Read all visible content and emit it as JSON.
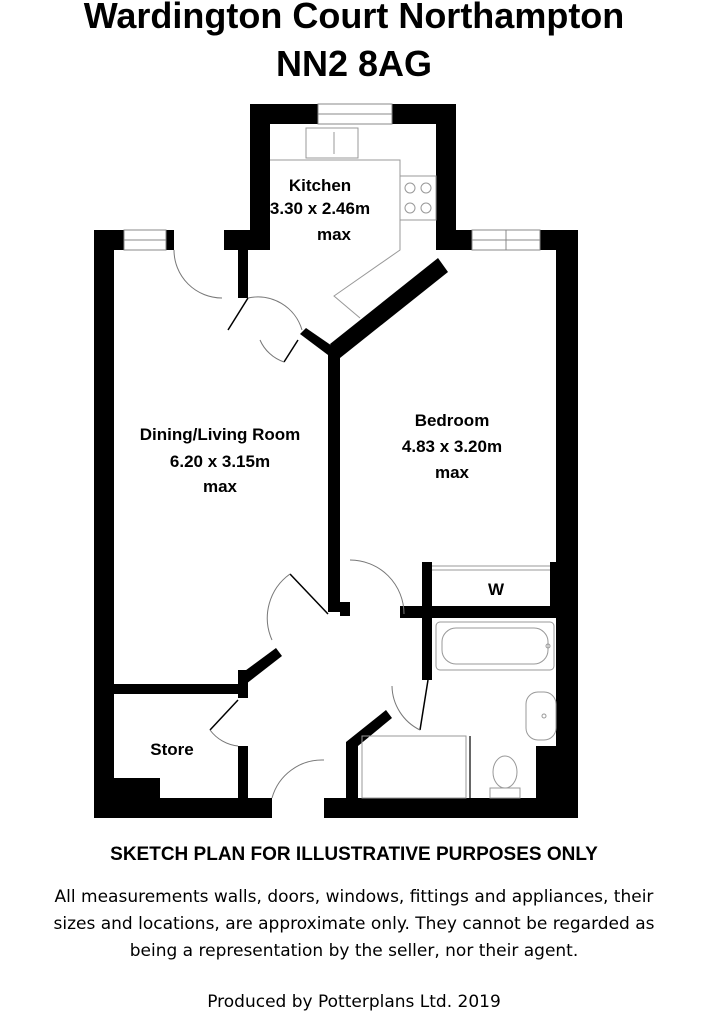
{
  "header": {
    "title_line_1": "Wardington Court Northampton",
    "title_line_2": "NN2 8AG"
  },
  "rooms": {
    "kitchen": {
      "name": "Kitchen",
      "size": "3.30 x 2.46m",
      "qualifier": "max"
    },
    "living": {
      "name": "Dining/Living Room",
      "size": "6.20 x 3.15m",
      "qualifier": "max"
    },
    "bedroom": {
      "name": "Bedroom",
      "size": "4.83 x 3.20m",
      "qualifier": "max"
    },
    "store": {
      "name": "Store"
    },
    "wardrobe": {
      "name": "W"
    }
  },
  "footer": {
    "sketch_notice": "SKETCH PLAN FOR ILLUSTRATIVE PURPOSES ONLY",
    "notice_line_1": "All measurements walls, doors, windows, fittings and appliances, their",
    "notice_line_2": "sizes and locations, are approximate only. They cannot be regarded as",
    "notice_line_3": "being a representation by the seller, nor their agent.",
    "credit": "Produced by Potterplans Ltd. 2019"
  },
  "colors": {
    "wall": "#000000",
    "fixture": "#999999",
    "background": "#ffffff"
  }
}
